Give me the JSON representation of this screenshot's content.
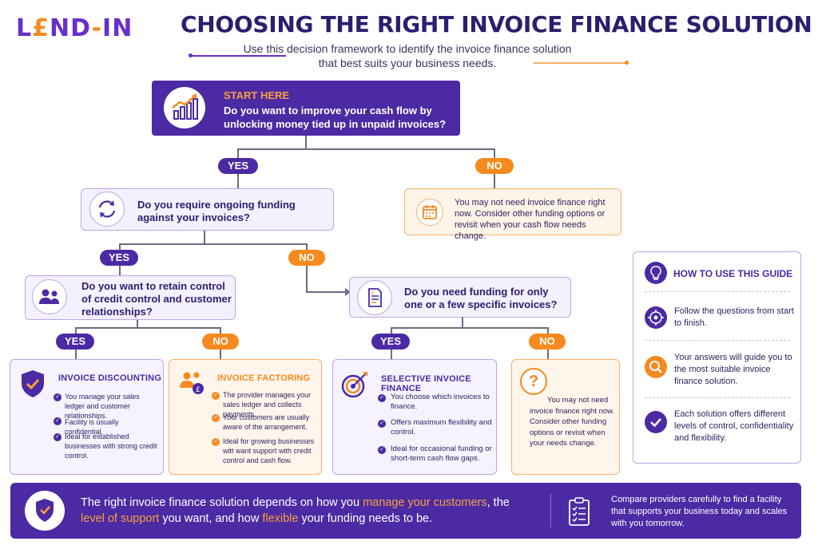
{
  "header": {
    "logo": {
      "part1": "L",
      "accent": "£",
      "part2": "ND",
      "accent2": "-",
      "part3": "IN"
    },
    "title": "CHOOSING THE RIGHT INVOICE FINANCE SOLUTION",
    "subtitle": "Use this decision framework to identify the invoice finance solution that best suits your business needs."
  },
  "start": {
    "label": "START HERE",
    "question": "Do you want to improve your cash flow by unlocking money tied up in unpaid invoices?",
    "icon": "growth-chart-icon"
  },
  "branches": {
    "yes": "YES",
    "no": "NO"
  },
  "q_ongoing": {
    "question": "Do you require ongoing funding against your invoices?",
    "icon": "refresh-cycle-icon"
  },
  "no_finance": {
    "text": "You may not need invoice finance right now. Consider other funding options or revisit when your cash flow needs change.",
    "icon": "calendar-icon"
  },
  "q_control": {
    "question": "Do you want to retain control of credit control and customer relationships?",
    "icon": "people-icon"
  },
  "q_specific": {
    "question": "Do you need funding for only one or a few specific invoices?",
    "icon": "document-icon"
  },
  "solutions": {
    "discounting": {
      "title": "INVOICE DISCOUNTING",
      "icon": "shield-check-icon",
      "points": [
        "You manage your sales ledger and customer relationships.",
        "Facility is usually confidential.",
        "Ideal for established businesses with strong credit control."
      ]
    },
    "factoring": {
      "title": "INVOICE FACTORING",
      "icon": "people-money-icon",
      "points": [
        "The provider manages your sales ledger and collects payments.",
        "Your customers are usually aware of the arrangement.",
        "Ideal for growing businesses witt want support with credit control and cash flow."
      ]
    },
    "selective": {
      "title": "SELECTIVE INVOICE FINANCE",
      "icon": "target-icon",
      "points": [
        "You choose which invoices to finance.",
        "Offers maximum flexibility and control.",
        "Ideal for occasional funding or short-term cash flow gaps."
      ]
    },
    "none": {
      "icon": "question-mark-icon",
      "text": "You may not need invoice finance right now. Consider other funding options or revisit when your needs change."
    }
  },
  "guide": {
    "title": "HOW TO USE THIS GUIDE",
    "icon": "lightbulb-icon",
    "steps": [
      {
        "icon": "target-icon",
        "text": "Follow the questions from start to finish."
      },
      {
        "icon": "search-icon",
        "text": "Your answers will guide you to the most suitable invoice finance solution."
      },
      {
        "icon": "check-icon",
        "text": "Each solution offers different levels of control, confidentiality and flexibility."
      }
    ]
  },
  "footer": {
    "t1": "The right invoice finance solution depends on how you ",
    "h1": "manage your customers",
    "t2": ", the ",
    "h2": "level of support",
    "t3": " you want, and how ",
    "h3": "flexible",
    "t4": " your funding needs to be.",
    "right_text": "Compare providers carefully to find a facility that supports your business today and scales with you tomorrow.",
    "left_icon": "shield-check-icon",
    "right_icon": "clipboard-checklist-icon"
  },
  "colors": {
    "purple": "#4b2aa3",
    "orange": "#f58a1f",
    "navy": "#2a1f6e"
  }
}
